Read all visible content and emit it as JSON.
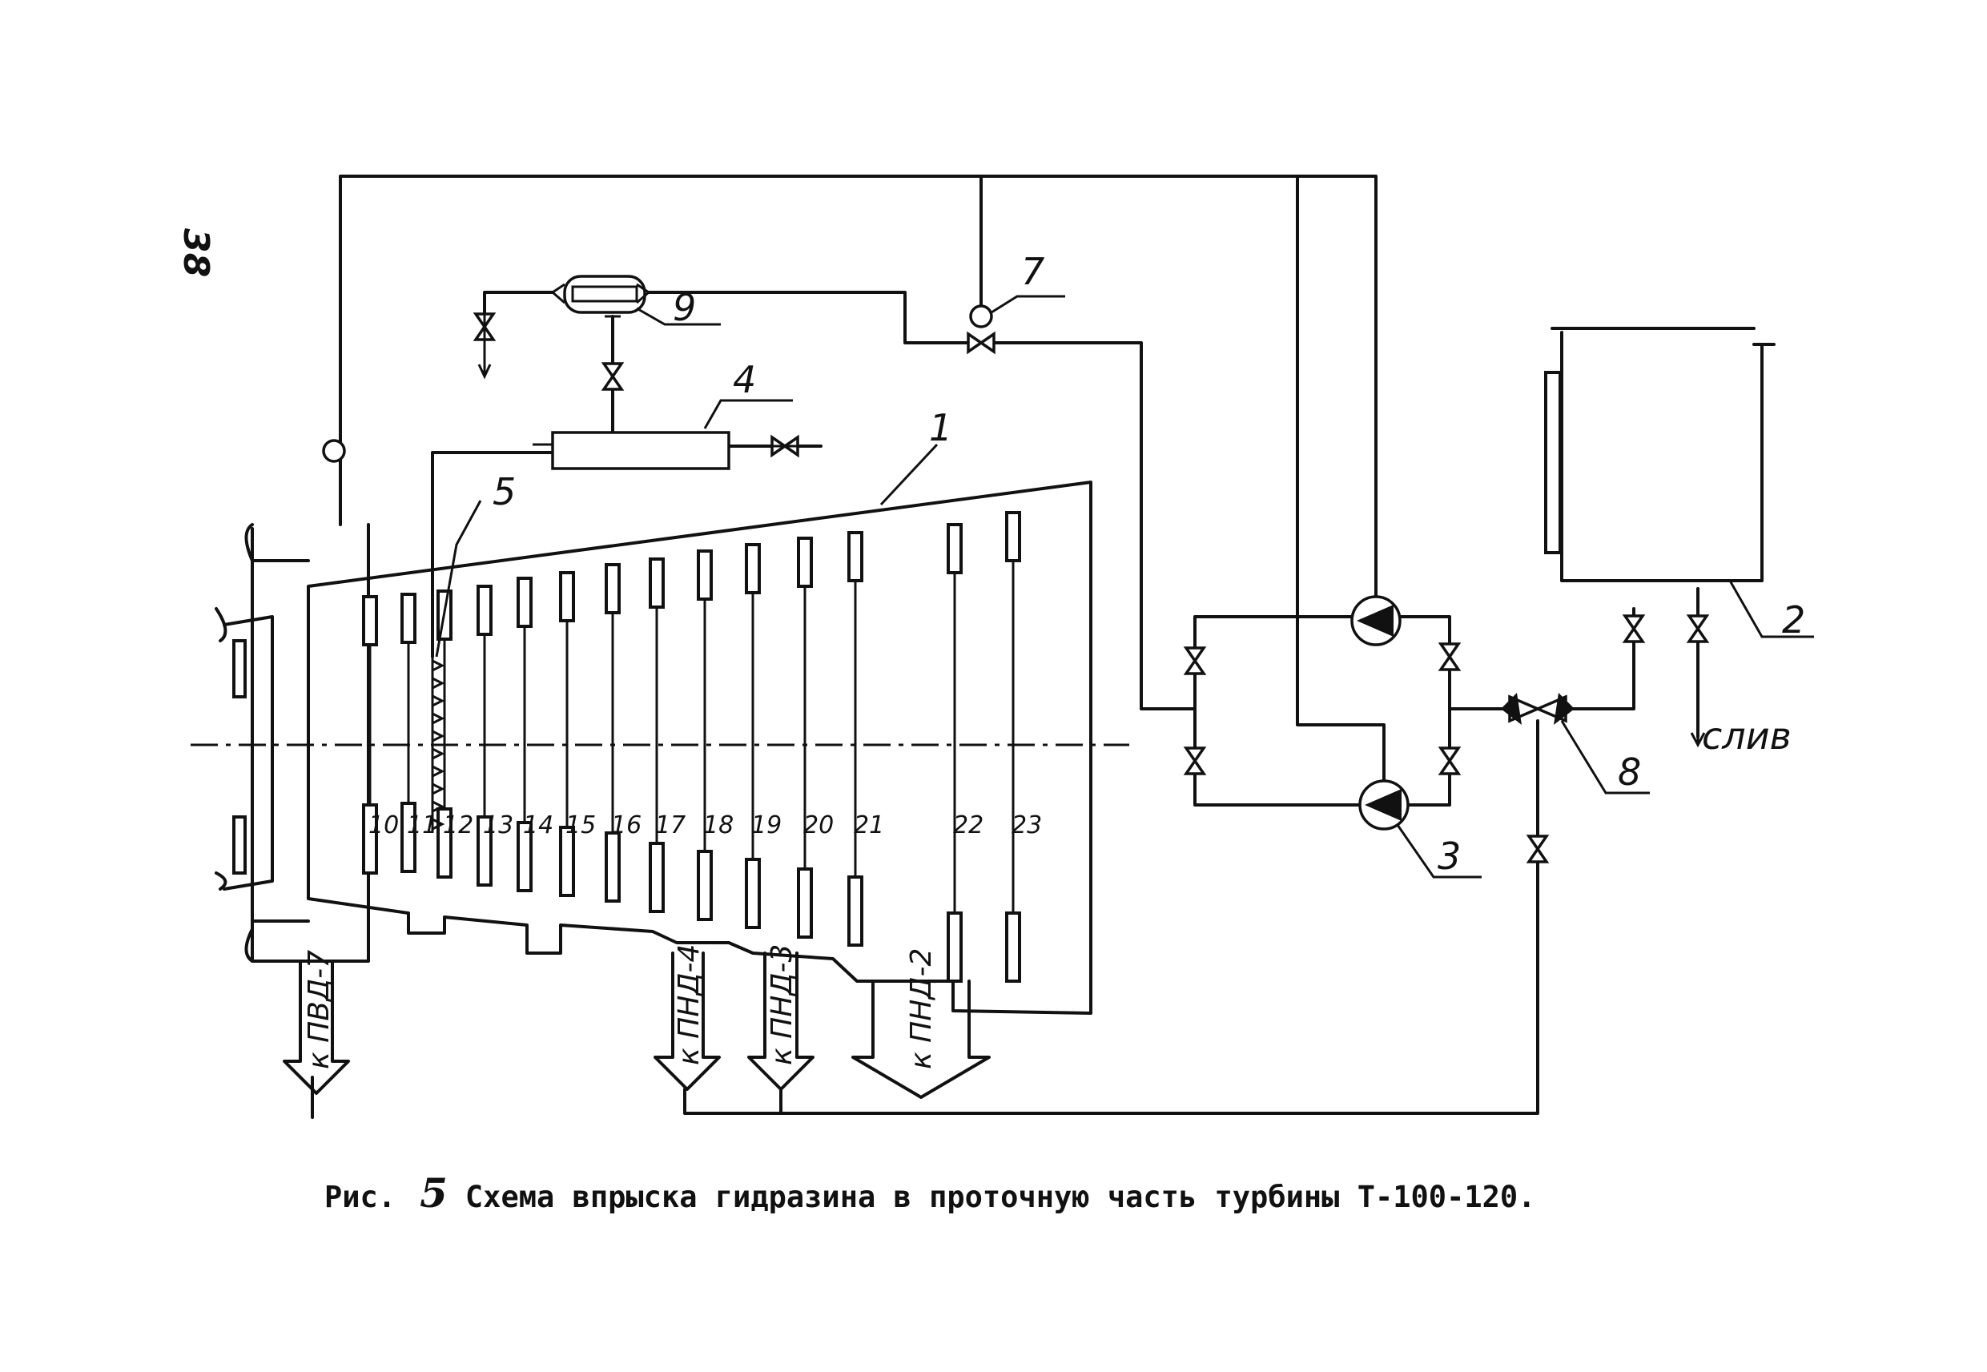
{
  "page_number": "38",
  "caption": {
    "prefix": "Рис.",
    "figure_number": "5",
    "text": "Схема впрыска гидразина в проточную часть турбины Т-100-120."
  },
  "stages": [
    "10",
    "11",
    "12",
    "13",
    "14",
    "15",
    "16",
    "17",
    "18",
    "19",
    "20",
    "21",
    "22",
    "23"
  ],
  "callouts": {
    "turbine": "1",
    "tank": "2",
    "pump": "3",
    "mixer": "4",
    "injector": "5",
    "regulator": "7",
    "three_way_valve": "8",
    "filter": "9"
  },
  "extractions": {
    "pva7": "к ПВД-7",
    "pnd4": "к ПНД-4",
    "pnd3": "к ПНД-3",
    "pnd2": "к ПНД-2"
  },
  "drain_label": "слив"
}
